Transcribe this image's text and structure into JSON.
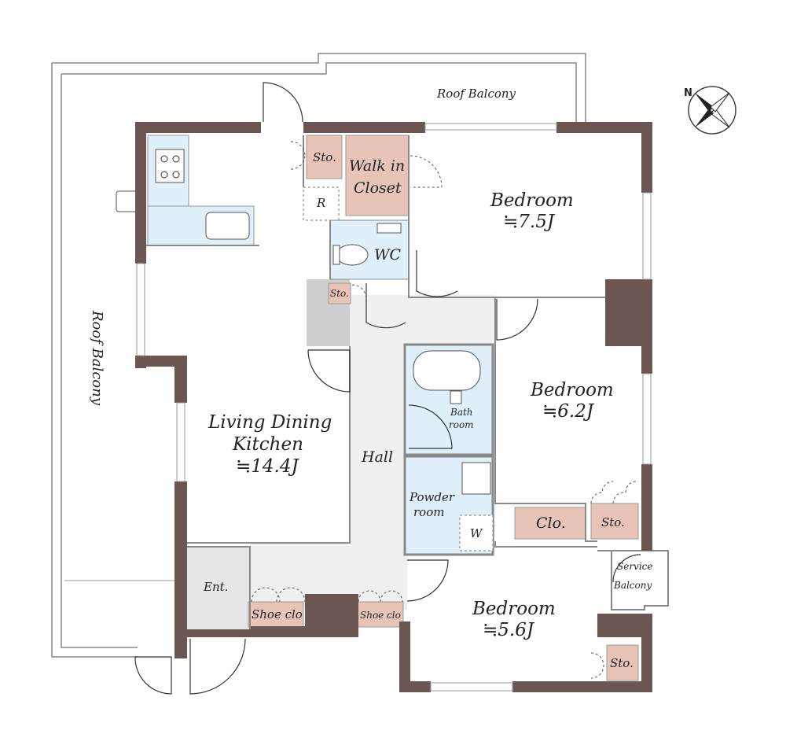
{
  "rooms": {
    "roof_balcony_top": "Roof Balcony",
    "roof_balcony_left": "Roof Balcony",
    "living_line1": "Living Dining",
    "living_line2": "Kitchen",
    "living_size": "≒14.4J",
    "bedroom1": "Bedroom",
    "bedroom1_size": "≒7.5J",
    "bedroom2": "Bedroom",
    "bedroom2_size": "≒6.2J",
    "bedroom3": "Bedroom",
    "bedroom3_size": "≒5.6J",
    "walkin_line1": "Walk in",
    "walkin_line2": "Closet",
    "wc": "WC",
    "hall": "Hall",
    "bath_line1": "Bath",
    "bath_line2": "room",
    "powder_line1": "Powder",
    "powder_line2": "room",
    "washer": "W",
    "fridge": "R",
    "entrance": "Ent.",
    "shoe_clo_1": "Shoe clo",
    "shoe_clo_2": "Shoe clo",
    "service_line1": "Service",
    "service_line2": "Balcony",
    "sto_top": "Sto.",
    "sto_small": "Sto.",
    "sto_bed2": "Sto.",
    "sto_bed3": "Sto.",
    "clo": "Clo."
  },
  "compass": {
    "north": "N"
  },
  "colors": {
    "wall": "#6b5652",
    "storage": "#e8c4b8",
    "wet_area": "#dff0fa",
    "hall_floor": "#f0f0f2",
    "entrance_floor": "#e6e6e6"
  }
}
